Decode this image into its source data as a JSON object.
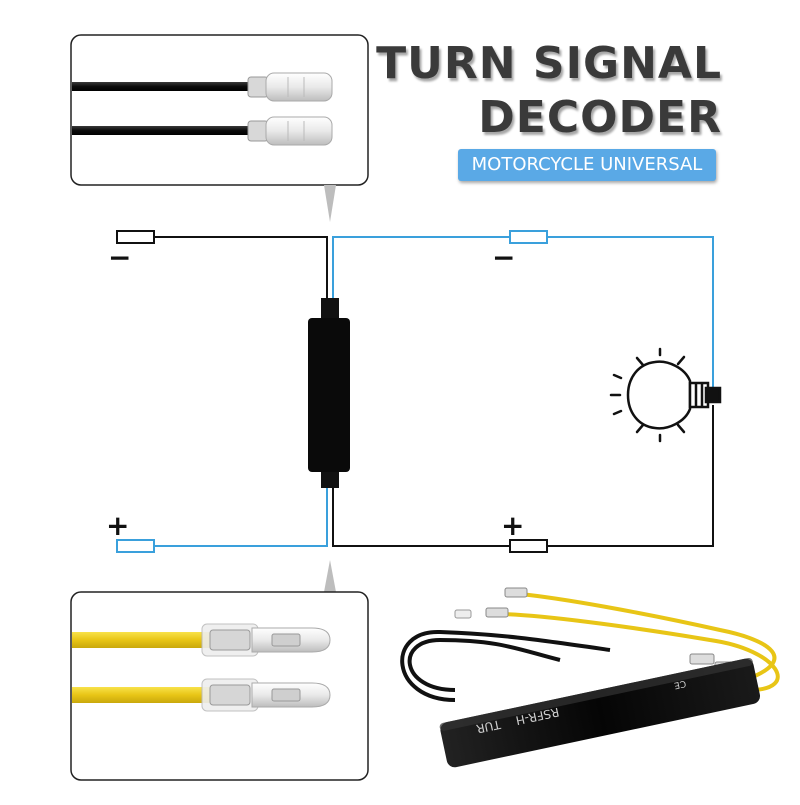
{
  "title": {
    "line1": "TURN SIGNAL",
    "line2": "DECODER",
    "subtitle": "MOTORCYCLE UNIVERSAL"
  },
  "polarity": {
    "negative_left": "−",
    "negative_right": "−",
    "positive_left": "+",
    "positive_right": "+"
  },
  "decoder_label": {
    "text1": "RSFR-H",
    "text2": "TUR",
    "text3": "CE"
  },
  "colors": {
    "wire_black": "#111111",
    "wire_blue": "#3aa0dc",
    "wire_yellow": "#f2d21b",
    "badge_blue": "#5aa9e6",
    "decoder_body": "#0c0c0c"
  },
  "icons": [
    "bulb-icon",
    "connector-icon",
    "resistor-icon"
  ]
}
